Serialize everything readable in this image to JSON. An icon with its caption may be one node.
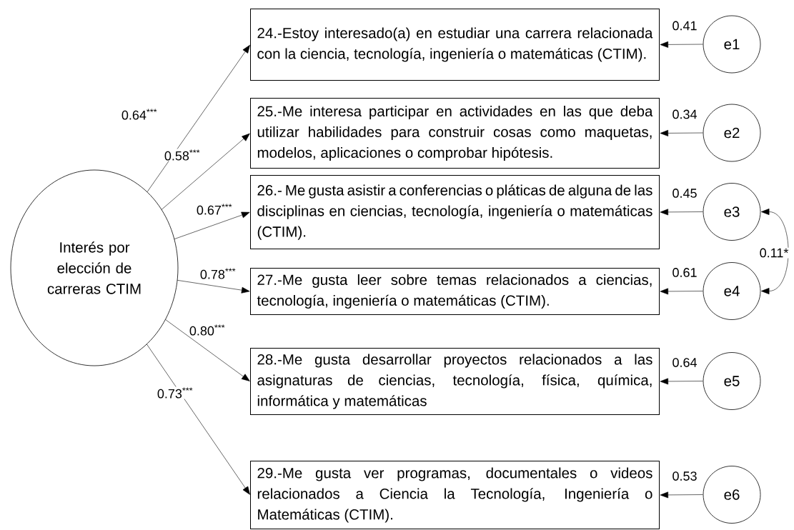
{
  "diagram": {
    "nodes": [
      {
        "text": [
          "Interés por elección de carreras CTIM"
        ]
      },
      {
        "text": [
          "24.-Estoy interesado(a) en estudiar una carrera relacionada con la ciencia, tecnología, ingeniería o matemáticas (CTIM)."
        ]
      },
      {
        "text": [
          "25.-Me interesa participar en actividades en las que deba utilizar habilidades para construir cosas como maquetas, modelos, aplicaciones o comprobar hipótesis."
        ]
      },
      {
        "text": [
          "26.- Me gusta asistir a conferencias o pláticas de alguna de las disciplinas en ciencias, tecnología, ingeniería o matemáticas (CTIM)."
        ]
      },
      {
        "text": [
          "27.-Me gusta leer sobre temas relacionados a ciencias, tecnología, ingeniería o matemáticas (CTIM)."
        ]
      },
      {
        "text": [
          "28.-Me gusta desarrollar proyectos relacionados a las asignaturas de ciencias, tecnología, física, química, informática y matemáticas"
        ]
      },
      {
        "text": [
          "29.-Me gusta ver programas, documentales o videos relacionados a Ciencia la Tecnología, Ingeniería o Matemáticas (CTIM)."
        ]
      },
      {
        "text": [
          "e1"
        ]
      },
      {
        "text": [
          "e2"
        ]
      },
      {
        "text": [
          "e3"
        ]
      },
      {
        "text": [
          "e4"
        ]
      },
      {
        "text": [
          "e5"
        ]
      },
      {
        "text": [
          "e6"
        ]
      }
    ],
    "edges": [
      {
        "from": 0,
        "to": 1,
        "arrow": "to",
        "label": "0.64$^{***}$"
      },
      {
        "from": 0,
        "to": 2,
        "arrow": "to",
        "label": "0.58$^{***}$"
      },
      {
        "from": 0,
        "to": 3,
        "arrow": "to",
        "label": "0.67$^{***}$"
      },
      {
        "from": 0,
        "to": 4,
        "arrow": "to",
        "label": "0.78$^{***}$"
      },
      {
        "from": 0,
        "to": 5,
        "arrow": "to",
        "label": "0.80$^{***}$"
      },
      {
        "from": 0,
        "to": 6,
        "arrow": "to",
        "label": "0.73$^{***}$"
      },
      {
        "from": 7,
        "to": 1,
        "arrow": "to",
        "label": "0.41"
      },
      {
        "from": 8,
        "to": 2,
        "arrow": "to",
        "label": "0.34"
      },
      {
        "from": 9,
        "to": 3,
        "arrow": "to",
        "label": "0.45"
      },
      {
        "from": 10,
        "to": 4,
        "arrow": "to",
        "label": "0.61"
      },
      {
        "from": 11,
        "to": 5,
        "arrow": "to",
        "label": "0.64"
      },
      {
        "from": 12,
        "to": 6,
        "arrow": "to",
        "label": "0.53"
      },
      {
        "from": 9,
        "to": 10,
        "arrow": "both",
        "label": "0.11*"
      }
    ]
  }
}
